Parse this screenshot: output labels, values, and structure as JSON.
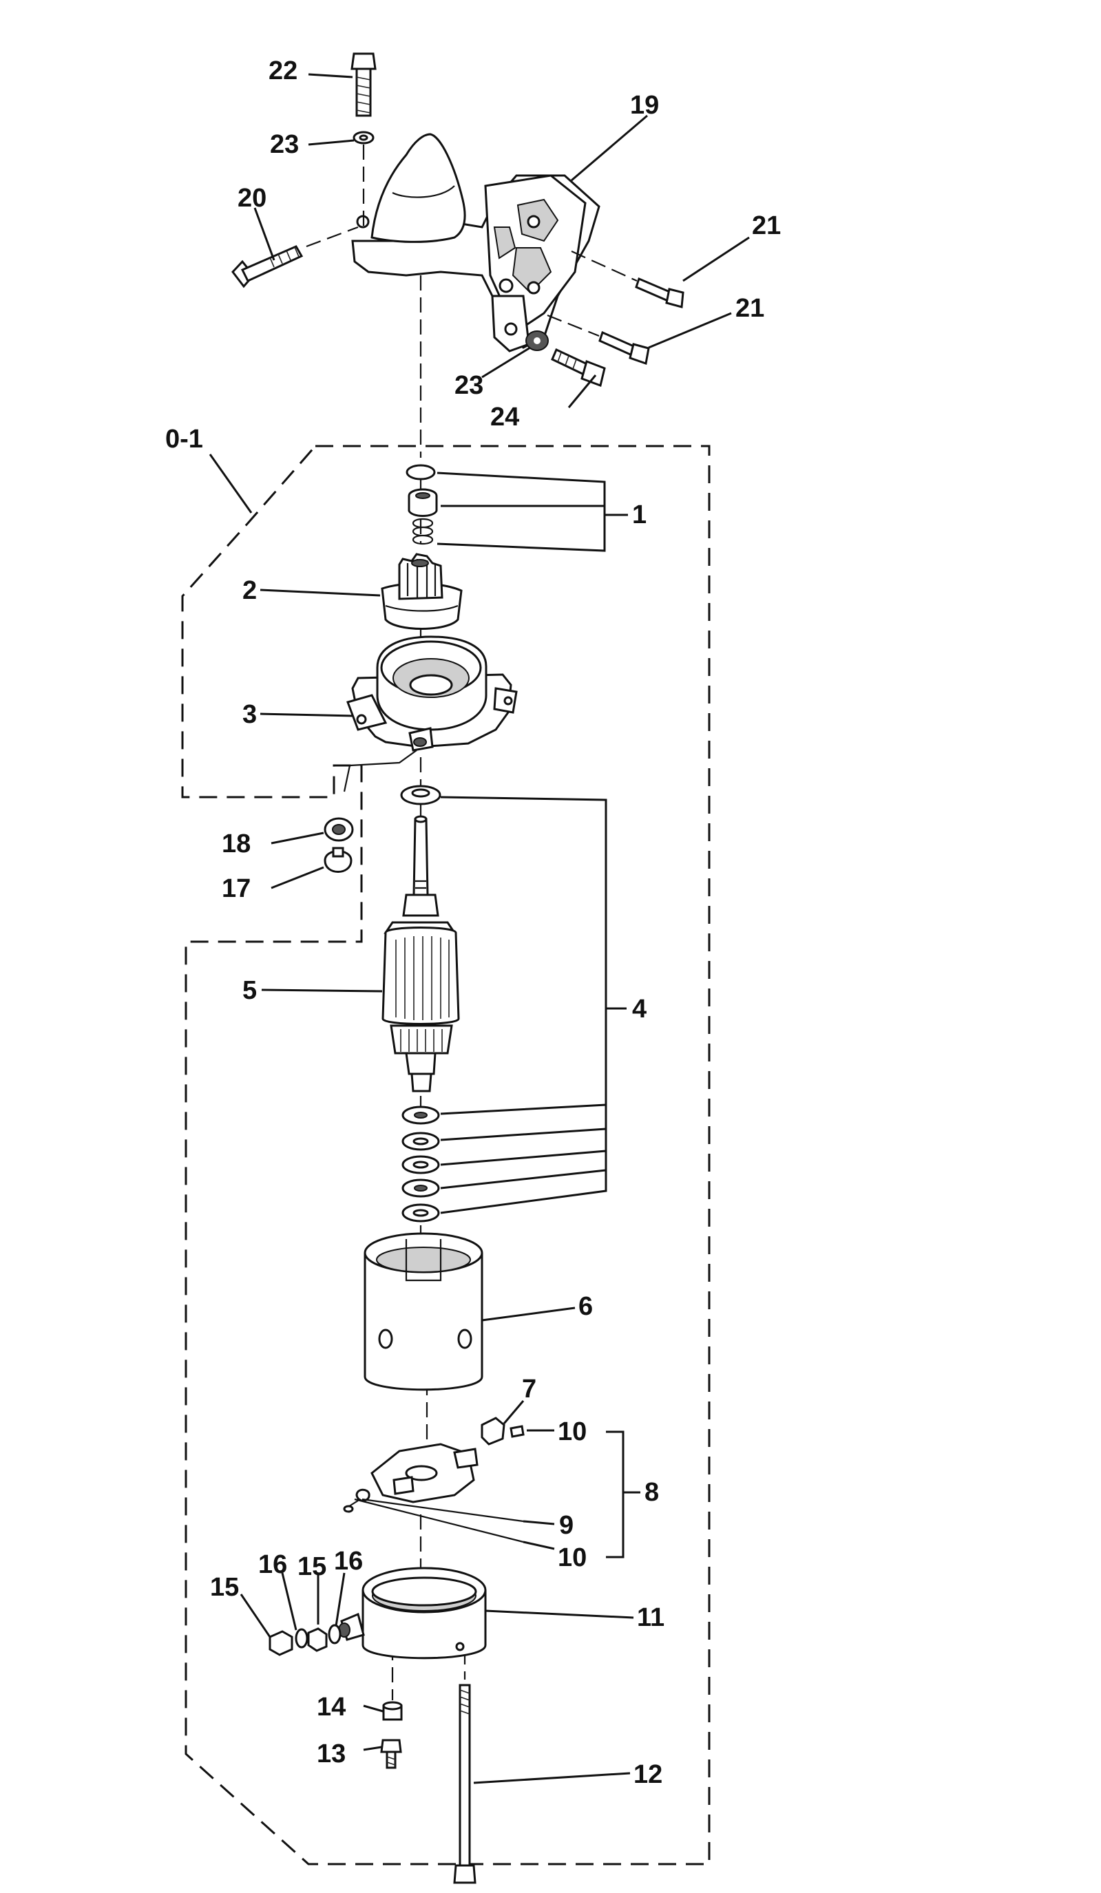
{
  "labels": {
    "p1": "1",
    "p2": "2",
    "p3": "3",
    "p4": "4",
    "p5": "5",
    "p6": "6",
    "p7": "7",
    "p8": "8",
    "p9": "9",
    "p10a": "10",
    "p10b": "10",
    "p11": "11",
    "p12": "12",
    "p13": "13",
    "p14": "14",
    "p15a": "15",
    "p15b": "15",
    "p16a": "16",
    "p16b": "16",
    "p17": "17",
    "p18": "18",
    "p19": "19",
    "p20": "20",
    "p21a": "21",
    "p21b": "21",
    "p22": "22",
    "p23a": "23",
    "p23b": "23",
    "p24": "24",
    "assembly": "0-1"
  }
}
